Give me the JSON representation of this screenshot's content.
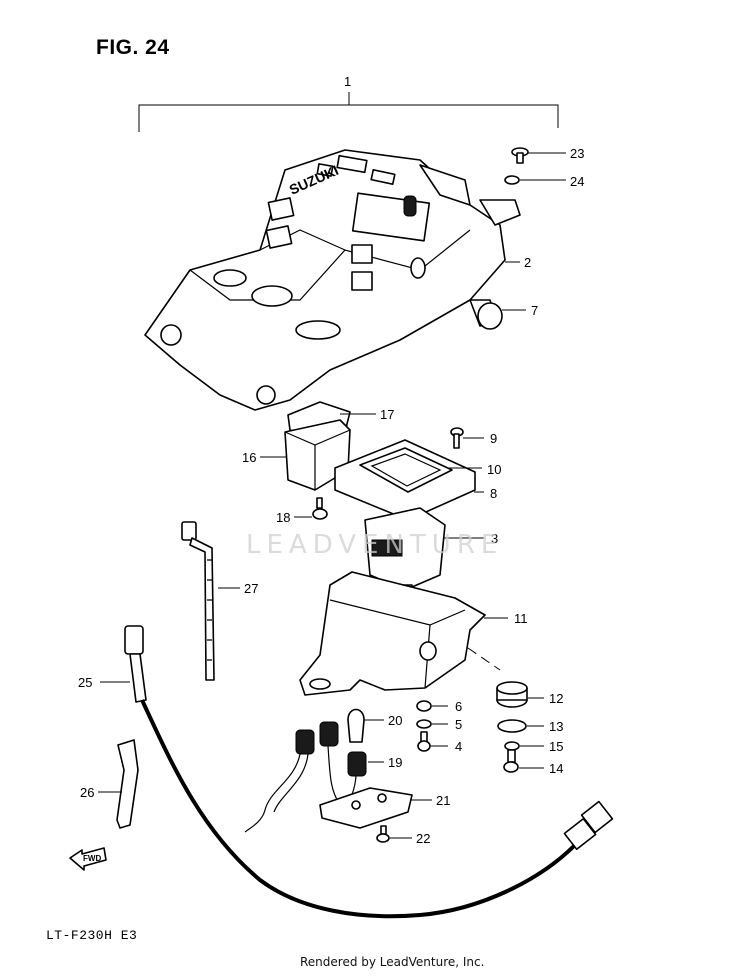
{
  "figure_title": "FIG. 24",
  "model_code": "LT-F230H E3",
  "credit": "Rendered by LeadVenture, Inc.",
  "watermark": "LEADVENTURE",
  "fwd_label": "FWD",
  "housing_label": "SUZUKI",
  "callouts": [
    {
      "id": "1",
      "label": "1"
    },
    {
      "id": "2",
      "label": "2"
    },
    {
      "id": "3",
      "label": "3"
    },
    {
      "id": "4",
      "label": "4"
    },
    {
      "id": "5",
      "label": "5"
    },
    {
      "id": "6",
      "label": "6"
    },
    {
      "id": "7",
      "label": "7"
    },
    {
      "id": "8",
      "label": "8"
    },
    {
      "id": "9",
      "label": "9"
    },
    {
      "id": "10",
      "label": "10"
    },
    {
      "id": "11",
      "label": "11"
    },
    {
      "id": "12",
      "label": "12"
    },
    {
      "id": "13",
      "label": "13"
    },
    {
      "id": "14",
      "label": "14"
    },
    {
      "id": "15",
      "label": "15"
    },
    {
      "id": "16",
      "label": "16"
    },
    {
      "id": "17",
      "label": "17"
    },
    {
      "id": "18",
      "label": "18"
    },
    {
      "id": "19",
      "label": "19"
    },
    {
      "id": "20",
      "label": "20"
    },
    {
      "id": "21",
      "label": "21"
    },
    {
      "id": "22",
      "label": "22"
    },
    {
      "id": "23",
      "label": "23"
    },
    {
      "id": "24",
      "label": "24"
    },
    {
      "id": "25",
      "label": "25"
    },
    {
      "id": "26",
      "label": "26"
    },
    {
      "id": "27",
      "label": "27"
    }
  ]
}
